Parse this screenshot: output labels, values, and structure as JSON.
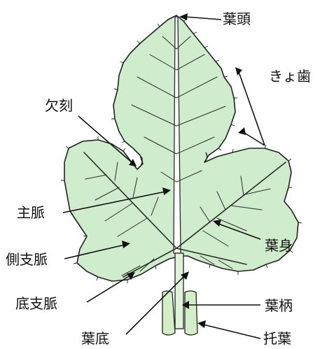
{
  "colors": {
    "leaf_fill": "#cfeccc",
    "outline": "#222222",
    "stipule_fill": "#d4eec8"
  },
  "labels": {
    "apex": "葉頭",
    "serration": "きょ歯",
    "sinus": "欠刻",
    "midrib": "主脈",
    "blade": "葉身",
    "lateral_vein": "側支脈",
    "basal_vein": "底支脈",
    "petiole": "葉柄",
    "leaf_base": "葉底",
    "stipule": "托葉"
  }
}
